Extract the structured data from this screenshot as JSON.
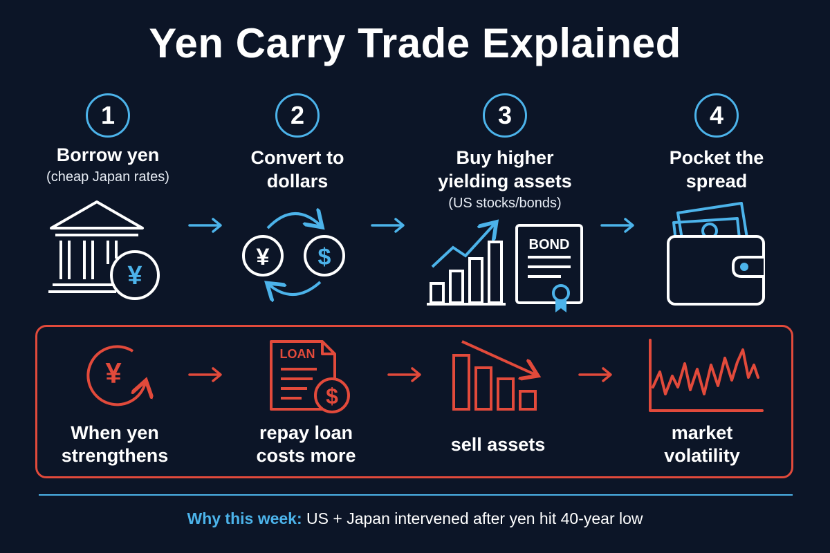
{
  "title": "Yen Carry Trade Explained",
  "colors": {
    "background": "#0c1527",
    "accent_blue": "#4cb3ea",
    "risk_red": "#e24a3b",
    "text": "#ffffff"
  },
  "steps": [
    {
      "number": "1",
      "title": "Borrow yen",
      "subtitle": "(cheap Japan rates)",
      "icon": "bank-yen-icon"
    },
    {
      "number": "2",
      "title": "Convert to dollars",
      "subtitle": "",
      "icon": "yen-dollar-exchange-icon"
    },
    {
      "number": "3",
      "title": "Buy higher yielding assets",
      "subtitle": "(US stocks/bonds)",
      "icon": "chart-and-bond-icon",
      "bond_label": "BOND"
    },
    {
      "number": "4",
      "title": "Pocket the spread",
      "subtitle": "",
      "icon": "wallet-cash-icon"
    }
  ],
  "risks": [
    {
      "label": "When yen strengthens",
      "icon": "yen-rising-icon"
    },
    {
      "label": "repay loan costs more",
      "icon": "loan-document-icon",
      "doc_label": "LOAN"
    },
    {
      "label": "sell assets",
      "icon": "falling-bars-icon"
    },
    {
      "label": "market volatility",
      "icon": "volatile-line-icon"
    }
  ],
  "footer": {
    "highlight": "Why this week:",
    "text": " US + Japan intervened after yen hit 40-year low"
  }
}
